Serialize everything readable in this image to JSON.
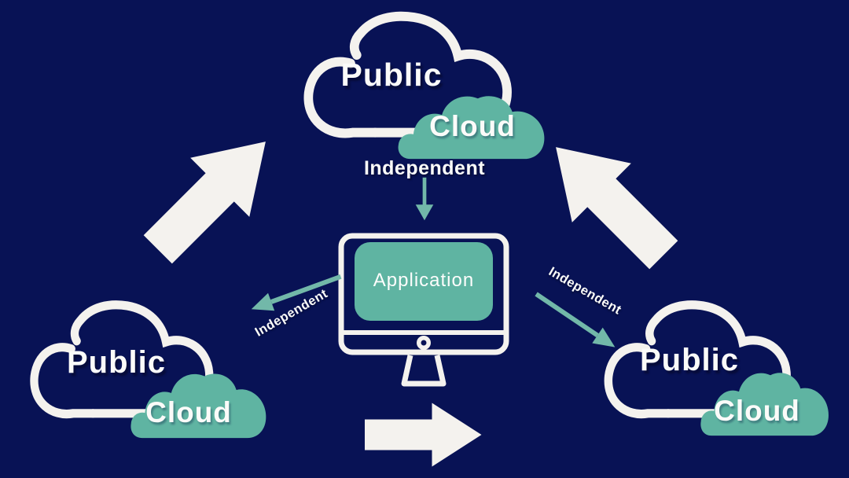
{
  "colors": {
    "background": "#081255",
    "cloud_teal": "#5fb4a2",
    "arrow_teal": "#72b8a9",
    "white": "#f4f2ee"
  },
  "top_cloud": {
    "line1": "Public",
    "line2": "Cloud",
    "connector_label": "Independent"
  },
  "left_cloud": {
    "line1": "Public",
    "line2": "Cloud"
  },
  "right_cloud": {
    "line1": "Public",
    "line2": "Cloud"
  },
  "left_connector": {
    "label": "Independent"
  },
  "right_connector": {
    "label": "Independent"
  },
  "monitor": {
    "screen_label": "Application"
  }
}
